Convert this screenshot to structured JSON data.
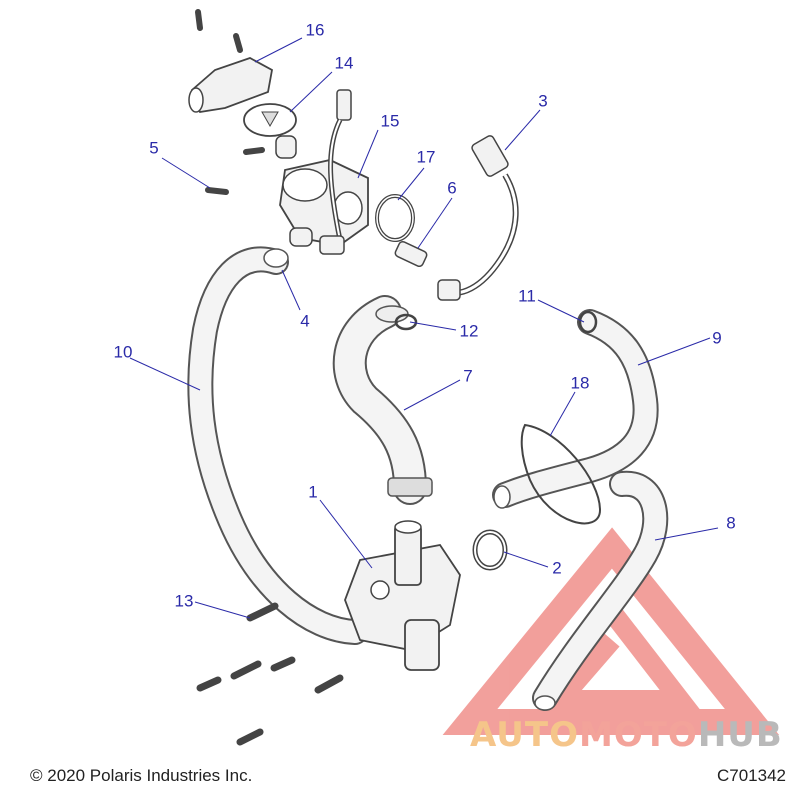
{
  "diagram": {
    "callouts": [
      {
        "id": "1",
        "label": "1"
      },
      {
        "id": "2",
        "label": "2"
      },
      {
        "id": "3",
        "label": "3"
      },
      {
        "id": "4",
        "label": "4"
      },
      {
        "id": "5",
        "label": "5"
      },
      {
        "id": "6",
        "label": "6"
      },
      {
        "id": "7",
        "label": "7"
      },
      {
        "id": "8",
        "label": "8"
      },
      {
        "id": "9",
        "label": "9"
      },
      {
        "id": "10",
        "label": "10"
      },
      {
        "id": "11",
        "label": "11"
      },
      {
        "id": "12",
        "label": "12"
      },
      {
        "id": "13",
        "label": "13"
      },
      {
        "id": "14",
        "label": "14"
      },
      {
        "id": "15",
        "label": "15"
      },
      {
        "id": "16",
        "label": "16"
      },
      {
        "id": "17",
        "label": "17"
      },
      {
        "id": "18",
        "label": "18"
      }
    ],
    "copyright": "© 2020 Polaris Industries Inc.",
    "drawing_id": "C701342"
  },
  "watermark": {
    "part1": "AUTO",
    "part2": "MOTO",
    "part3": "HUB",
    "logo": "triangle-logo"
  },
  "colors": {
    "callout": "#2a2aa8",
    "line": "#444444",
    "watermark_red": "#e8524a",
    "watermark_orange": "#f5c58a",
    "watermark_gray": "#b9b9b9"
  }
}
